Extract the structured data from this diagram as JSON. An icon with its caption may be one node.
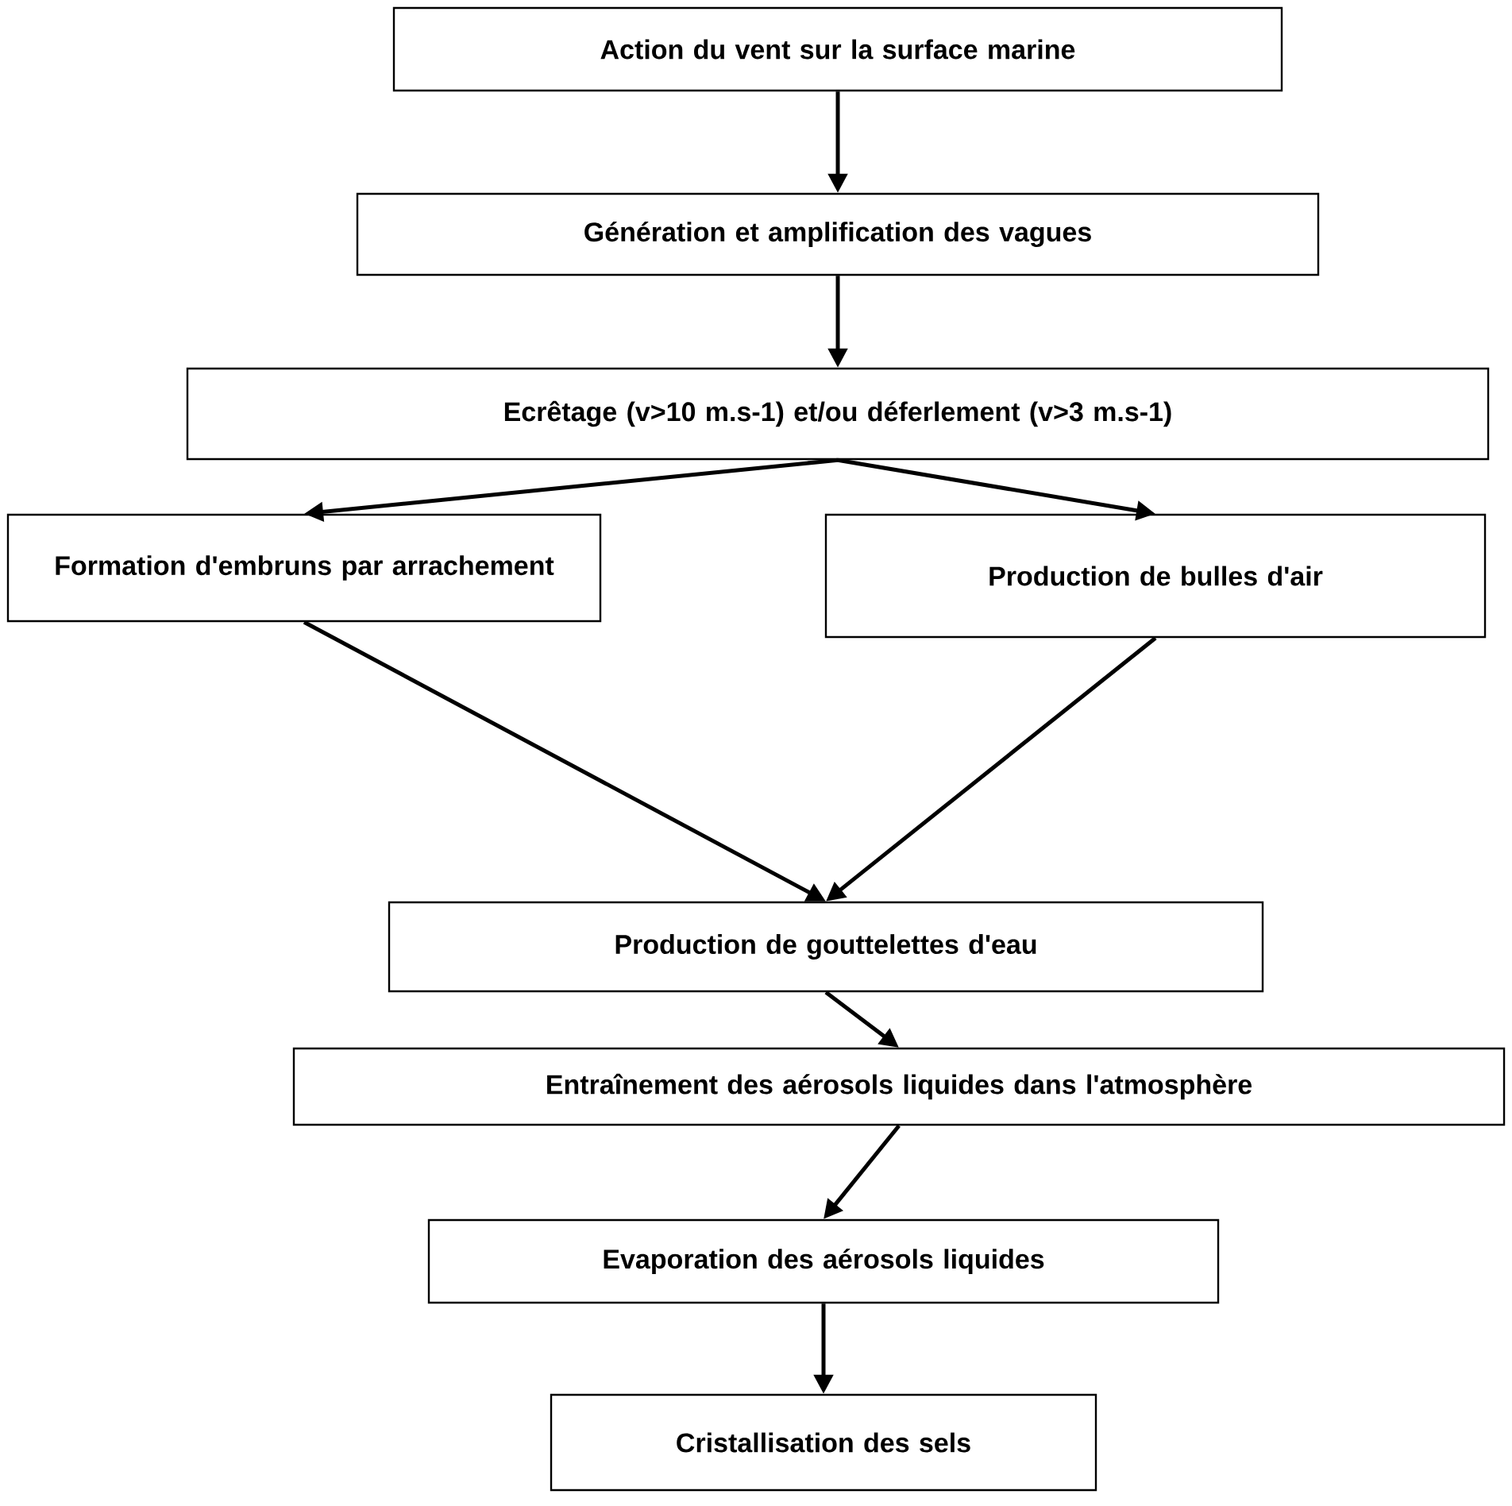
{
  "diagram": {
    "nodes": [
      {
        "text": [
          "Action du vent sur la surface marine"
        ]
      },
      {
        "text": [
          "Génération et amplification des vagues"
        ]
      },
      {
        "text": [
          "Ecrêtage (v>10 m.s-1) et/ou déferlement (v>3 m.s-1)"
        ]
      },
      {
        "text": [
          "Formation d'embruns par arrachement"
        ]
      },
      {
        "text": [
          "Production de bulles d'air"
        ]
      },
      {
        "text": [
          "Production de gouttelettes d'eau"
        ]
      },
      {
        "text": [
          "Entraînement des aérosols liquides dans l'atmosphère"
        ]
      },
      {
        "text": [
          "Evaporation des aérosols liquides"
        ]
      },
      {
        "text": [
          "Cristallisation des sels"
        ]
      }
    ],
    "edges": [
      {
        "from": 0,
        "to": 1,
        "arrow": "to"
      },
      {
        "from": 1,
        "to": 2,
        "arrow": "to"
      },
      {
        "from": 2,
        "to": 3,
        "arrow": "to"
      },
      {
        "from": 2,
        "to": 4,
        "arrow": "to"
      },
      {
        "from": 3,
        "to": 5,
        "arrow": "to"
      },
      {
        "from": 4,
        "to": 5,
        "arrow": "to"
      },
      {
        "from": 5,
        "to": 6,
        "arrow": "to"
      },
      {
        "from": 6,
        "to": 7,
        "arrow": "to"
      },
      {
        "from": 7,
        "to": 8,
        "arrow": "to"
      }
    ]
  }
}
